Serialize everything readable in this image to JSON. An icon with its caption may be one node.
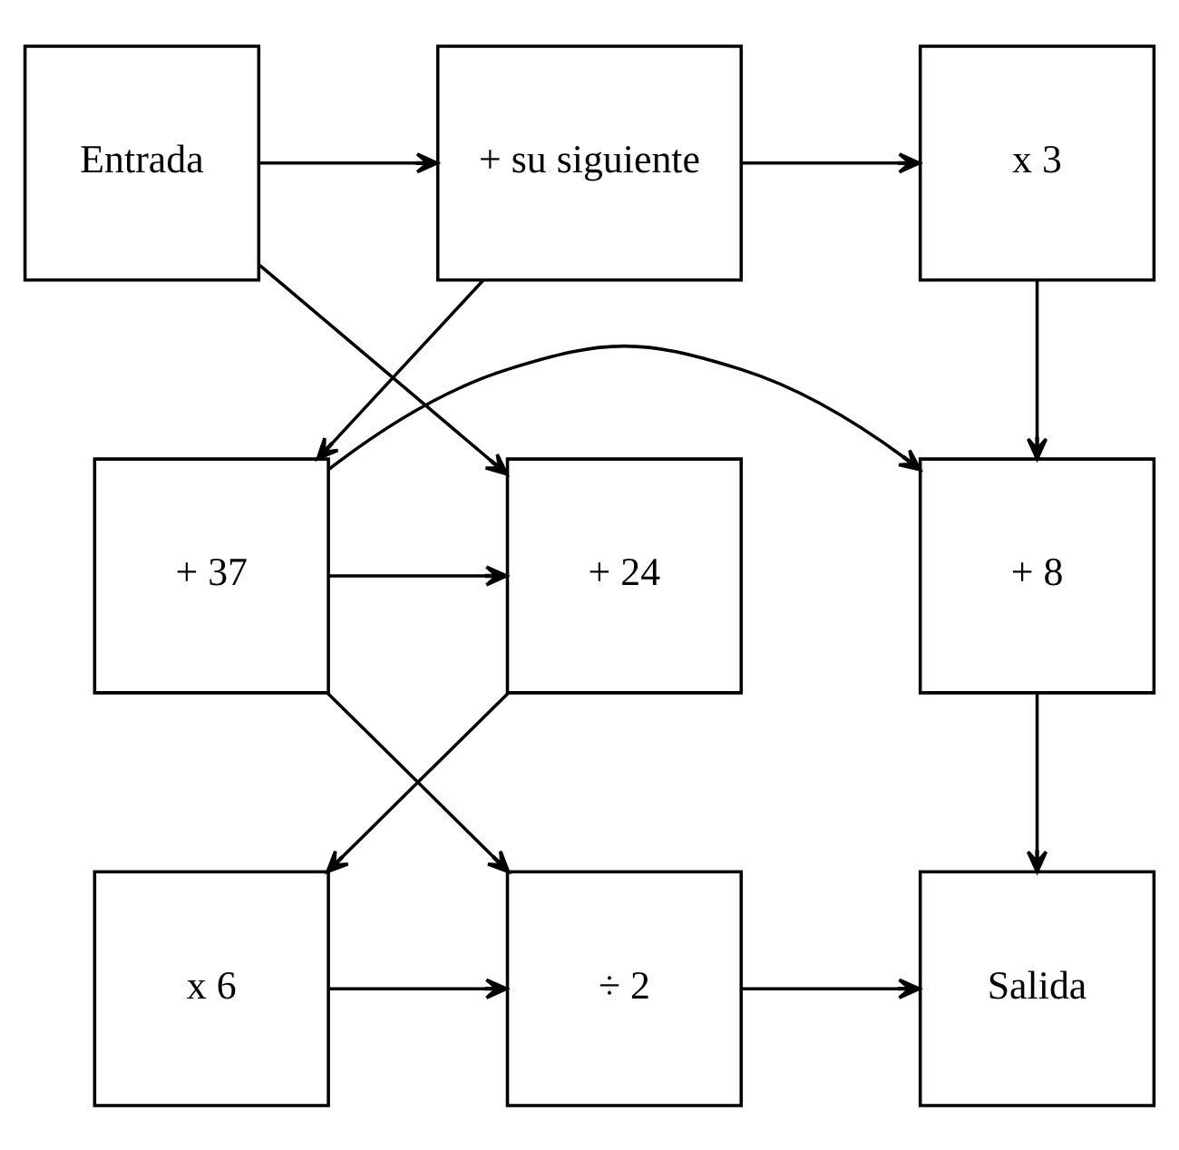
{
  "diagram": {
    "nodes": [
      {
        "text": [
          "Entrada"
        ]
      },
      {
        "text": [
          "+ su siguiente"
        ]
      },
      {
        "text": [
          "x 3"
        ]
      },
      {
        "text": [
          "+ 24"
        ]
      },
      {
        "text": [
          "+ 37"
        ]
      },
      {
        "text": [
          "+ 8"
        ]
      },
      {
        "text": [
          "x 6"
        ]
      },
      {
        "text": [
          "÷ 2"
        ]
      },
      {
        "text": [
          "Salida"
        ]
      }
    ],
    "edges": [
      {
        "from": 0,
        "to": 1,
        "arrow": "to"
      },
      {
        "from": 1,
        "to": 2,
        "arrow": "to"
      },
      {
        "from": 0,
        "to": 3,
        "arrow": "to"
      },
      {
        "from": 1,
        "to": 4,
        "arrow": "to"
      },
      {
        "from": 2,
        "to": 5,
        "arrow": "to"
      },
      {
        "from": 4,
        "to": 3,
        "arrow": "to"
      },
      {
        "from": 4,
        "to": 5,
        "arrow": "to"
      },
      {
        "from": 3,
        "to": 6,
        "arrow": "to"
      },
      {
        "from": 4,
        "to": 7,
        "arrow": "to"
      },
      {
        "from": 5,
        "to": 8,
        "arrow": "to"
      },
      {
        "from": 6,
        "to": 7,
        "arrow": "to"
      },
      {
        "from": 7,
        "to": 8,
        "arrow": "to"
      }
    ]
  }
}
